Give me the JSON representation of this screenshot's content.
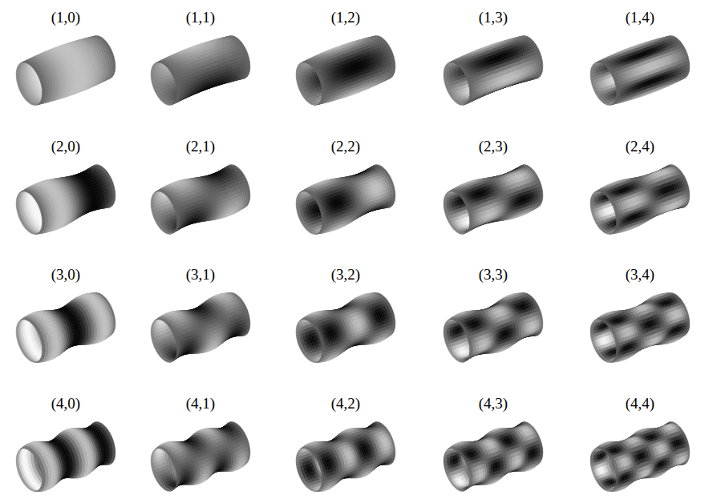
{
  "diagram": {
    "labels": [
      "(1,0)",
      "(1,1)",
      "(1,2)",
      "(1,3)",
      "(1,4)",
      "(2,0)",
      "(2,1)",
      "(2,2)",
      "(2,3)",
      "(2,4)",
      "(3,0)",
      "(3,1)",
      "(3,2)",
      "(3,3)",
      "(3,4)",
      "(4,0)",
      "(4,1)",
      "(4,2)",
      "(4,3)",
      "(4,4)"
    ]
  }
}
